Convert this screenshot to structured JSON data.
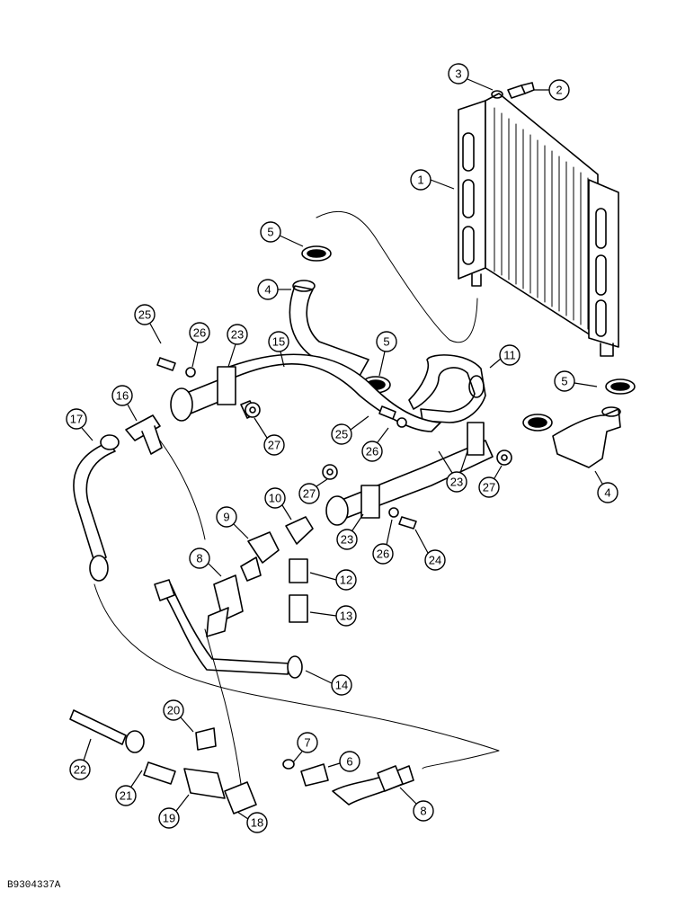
{
  "reference_code": "B9304337A",
  "callouts": [
    {
      "label": "1"
    },
    {
      "label": "2"
    },
    {
      "label": "3"
    },
    {
      "label": "5"
    },
    {
      "label": "4"
    },
    {
      "label": "25"
    },
    {
      "label": "26"
    },
    {
      "label": "23"
    },
    {
      "label": "15"
    },
    {
      "label": "5"
    },
    {
      "label": "11"
    },
    {
      "label": "16"
    },
    {
      "label": "17"
    },
    {
      "label": "25"
    },
    {
      "label": "26"
    },
    {
      "label": "27"
    },
    {
      "label": "5"
    },
    {
      "label": "27"
    },
    {
      "label": "23"
    },
    {
      "label": "27"
    },
    {
      "label": "4"
    },
    {
      "label": "10"
    },
    {
      "label": "9"
    },
    {
      "label": "23"
    },
    {
      "label": "26"
    },
    {
      "label": "24"
    },
    {
      "label": "8"
    },
    {
      "label": "12"
    },
    {
      "label": "13"
    },
    {
      "label": "14"
    },
    {
      "label": "20"
    },
    {
      "label": "22"
    },
    {
      "label": "7"
    },
    {
      "label": "6"
    },
    {
      "label": "21"
    },
    {
      "label": "19"
    },
    {
      "label": "18"
    },
    {
      "label": "8"
    }
  ]
}
